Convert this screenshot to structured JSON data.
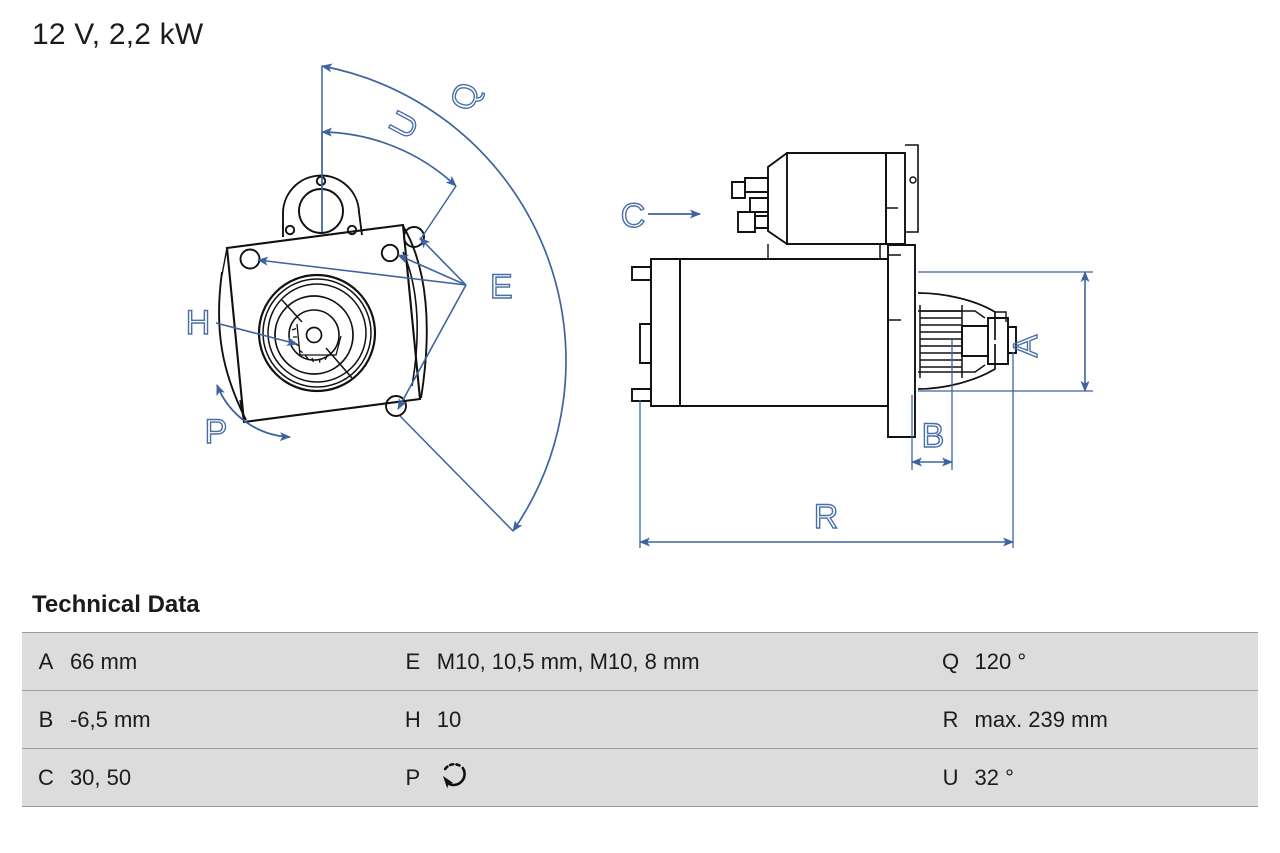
{
  "header": {
    "title": "12 V, 2,2 kW"
  },
  "technical_data": {
    "heading": "Technical Data",
    "rows": [
      {
        "col1_key": "A",
        "col1_value": "66 mm",
        "col2_key": "E",
        "col2_value": "M10, 10,5 mm, M10, 8 mm",
        "col3_key": "Q",
        "col3_value": "120 °"
      },
      {
        "col1_key": "B",
        "col1_value": "-6,5 mm",
        "col2_key": "H",
        "col2_value": "10",
        "col3_key": "R",
        "col3_value": "max. 239 mm"
      },
      {
        "col1_key": "C",
        "col1_value": "30, 50",
        "col2_key": "P",
        "col2_value": "",
        "col2_icon": "counterclockwise-rotation-icon",
        "col3_key": "U",
        "col3_value": "32 °"
      }
    ]
  },
  "drawing": {
    "front_view": {
      "name": "starter-motor-front-view",
      "callouts": [
        {
          "label": "Q",
          "kind": "angular-dimension",
          "value_ref": "120 °"
        },
        {
          "label": "U",
          "kind": "angular-dimension",
          "value_ref": "32 °"
        },
        {
          "label": "E",
          "kind": "leader-to-mounting-holes",
          "value_ref": "M10, 10,5 mm, M10, 8 mm"
        },
        {
          "label": "H",
          "kind": "leader-to-pinion-teeth",
          "value_ref": "10"
        },
        {
          "label": "P",
          "kind": "rotation-direction",
          "value_ref": "counterclockwise"
        }
      ]
    },
    "side_view": {
      "name": "starter-motor-side-view",
      "callouts": [
        {
          "label": "C",
          "kind": "terminal-direction-arrow",
          "value_ref": "30, 50"
        },
        {
          "label": "A",
          "kind": "vertical-dimension",
          "value_ref": "66 mm"
        },
        {
          "label": "B",
          "kind": "horizontal-dimension",
          "value_ref": "-6,5 mm"
        },
        {
          "label": "R",
          "kind": "overall-length-dimension",
          "value_ref": "max. 239 mm"
        }
      ]
    }
  },
  "colors": {
    "annotation_blue": "#3e63a0",
    "outline_black": "#111111",
    "table_cell_gray": "#dcdcdc",
    "table_rule_gray": "#9b9b9b",
    "page_background": "#ffffff"
  }
}
